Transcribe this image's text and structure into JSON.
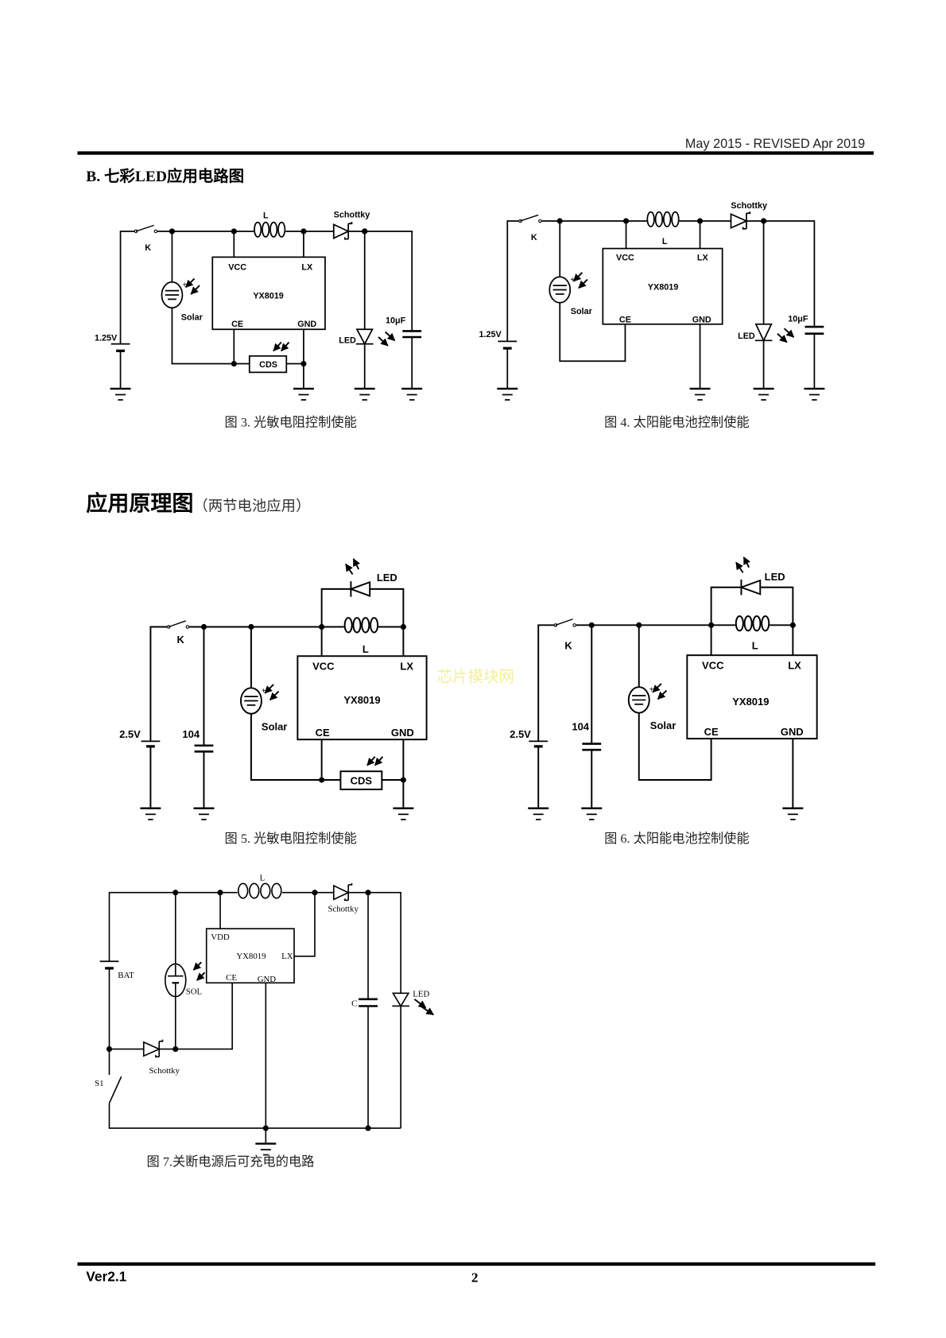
{
  "header": {
    "revision": "May  2015  -  REVISED  Apr  2019"
  },
  "section_b": {
    "title": "B. 七彩LED应用电路图"
  },
  "section_app": {
    "title": "应用原理图",
    "subtitle": "（两节电池应用）"
  },
  "watermark": "芯片模块网",
  "colors": {
    "watermark": "#f3ef9a",
    "rule": "#000000"
  },
  "figures": {
    "fig3": {
      "caption": "图 3.   光敏电阻控制使能",
      "labels": {
        "L": "L",
        "schottky": "Schottky",
        "K": "K",
        "vcc": "VCC",
        "lx": "LX",
        "chip": "YX8019",
        "ce": "CE",
        "gnd": "GND",
        "solar": "Solar",
        "battery": "1.25V",
        "cds": "CDS",
        "led": "LED",
        "cap": "10μF"
      }
    },
    "fig4": {
      "caption": "图 4.   太阳能电池控制使能",
      "labels": {
        "L": "L",
        "schottky": "Schottky",
        "K": "K",
        "vcc": "VCC",
        "lx": "LX",
        "chip": "YX8019",
        "ce": "CE",
        "gnd": "GND",
        "solar": "Solar",
        "battery": "1.25V",
        "led": "LED",
        "cap": "10μF"
      }
    },
    "fig5": {
      "caption": "图 5.   光敏电阻控制使能",
      "labels": {
        "L": "L",
        "K": "K",
        "vcc": "VCC",
        "lx": "LX",
        "chip": "YX8019",
        "ce": "CE",
        "gnd": "GND",
        "solar": "Solar",
        "battery": "2.5V",
        "cap": "104",
        "cds": "CDS",
        "led": "LED"
      }
    },
    "fig6": {
      "caption": "图 6.   太阳能电池控制使能",
      "labels": {
        "L": "L",
        "K": "K",
        "vcc": "VCC",
        "lx": "LX",
        "chip": "YX8019",
        "ce": "CE",
        "gnd": "GND",
        "solar": "Solar",
        "battery": "2.5V",
        "cap": "104",
        "led": "LED"
      }
    },
    "fig7": {
      "caption": "图 7.关断电源后可充电的电路",
      "labels": {
        "L": "L",
        "schottky_top": "Schottky",
        "schottky_bottom": "Schottky",
        "vdd": "VDD",
        "lx": "LX",
        "chip": "YX8019",
        "ce": "CE",
        "gnd": "GND",
        "sol": "SOL",
        "bat": "BAT",
        "s1": "S1",
        "cap": "C",
        "led": "LED"
      }
    }
  },
  "footer": {
    "version": "Ver2.1",
    "page_number": "2"
  }
}
